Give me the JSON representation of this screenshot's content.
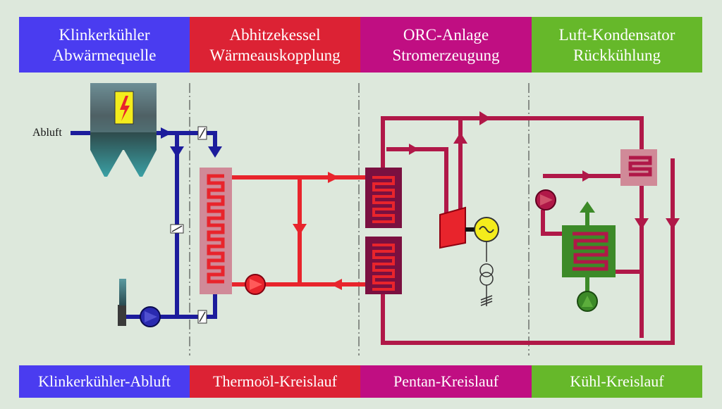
{
  "header": [
    {
      "line1": "Klinkerkühler",
      "line2": "Abwärmequelle",
      "color": "#4a3cf0"
    },
    {
      "line1": "Abhitzekessel",
      "line2": "Wärmeauskopplung",
      "color": "#dc2234"
    },
    {
      "line1": "ORC-Anlage",
      "line2": "Stromerzeugung",
      "color": "#c00e82"
    },
    {
      "line1": "Luft-Kondensator",
      "line2": "Rückkühlung",
      "color": "#66b82a"
    }
  ],
  "footer": [
    {
      "label": "Klinkerkühler-Abluft",
      "color": "#4a3cf0"
    },
    {
      "label": "Thermoöl-Kreislauf",
      "color": "#dc2234"
    },
    {
      "label": "Pentan-Kreislauf",
      "color": "#c00e82"
    },
    {
      "label": "Kühl-Kreislauf",
      "color": "#66b82a"
    }
  ],
  "diagram": {
    "abluft_label": "Abluft",
    "colors": {
      "exhaust_loop": "#1c1c9c",
      "thermal_oil_loop": "#e8242c",
      "pentane_loop": "#b01848",
      "cooling_loop": "#3c8a28",
      "background": "#dde8dc"
    },
    "icons": [
      "high-voltage-icon",
      "generator-icon",
      "transformer-icon",
      "pump-icon",
      "fan-icon",
      "valve-icon"
    ]
  }
}
